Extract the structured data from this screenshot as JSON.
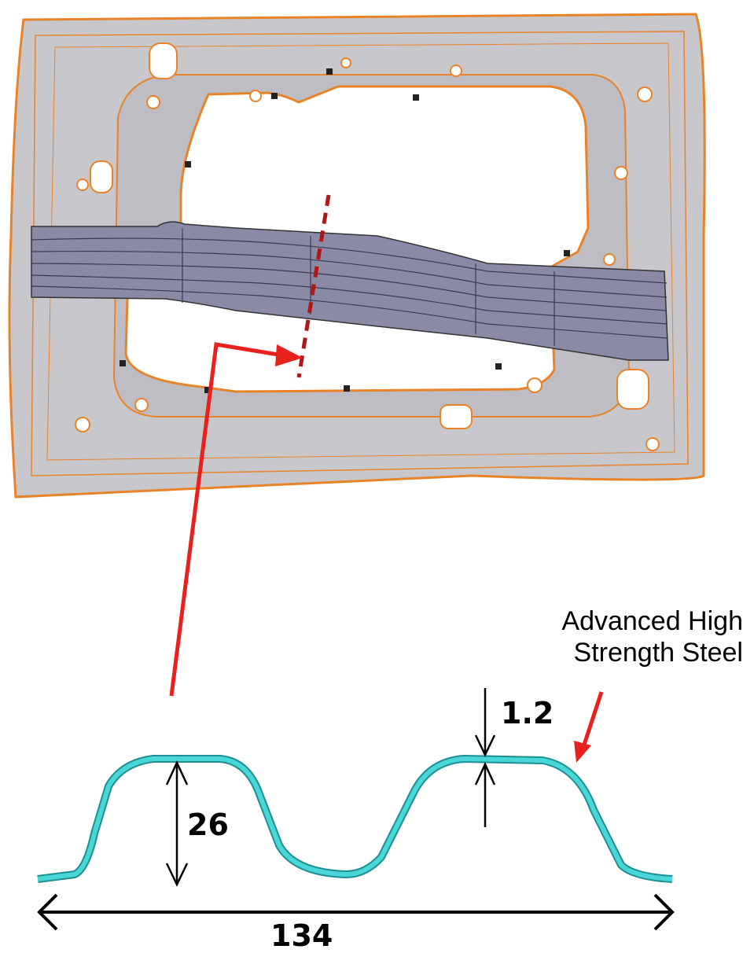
{
  "labels": {
    "material_line1": "Advanced High",
    "material_line2": "Strength Steel",
    "thickness": "1.2",
    "height": "26",
    "width": "134"
  },
  "colors": {
    "panel_fill": "#c8c8cc",
    "panel_edge": "#e8832a",
    "beam_fill": "#8a8aa6",
    "profile": "#3cc8c8",
    "callout": "#e8211e",
    "section_line": "#b01818"
  }
}
